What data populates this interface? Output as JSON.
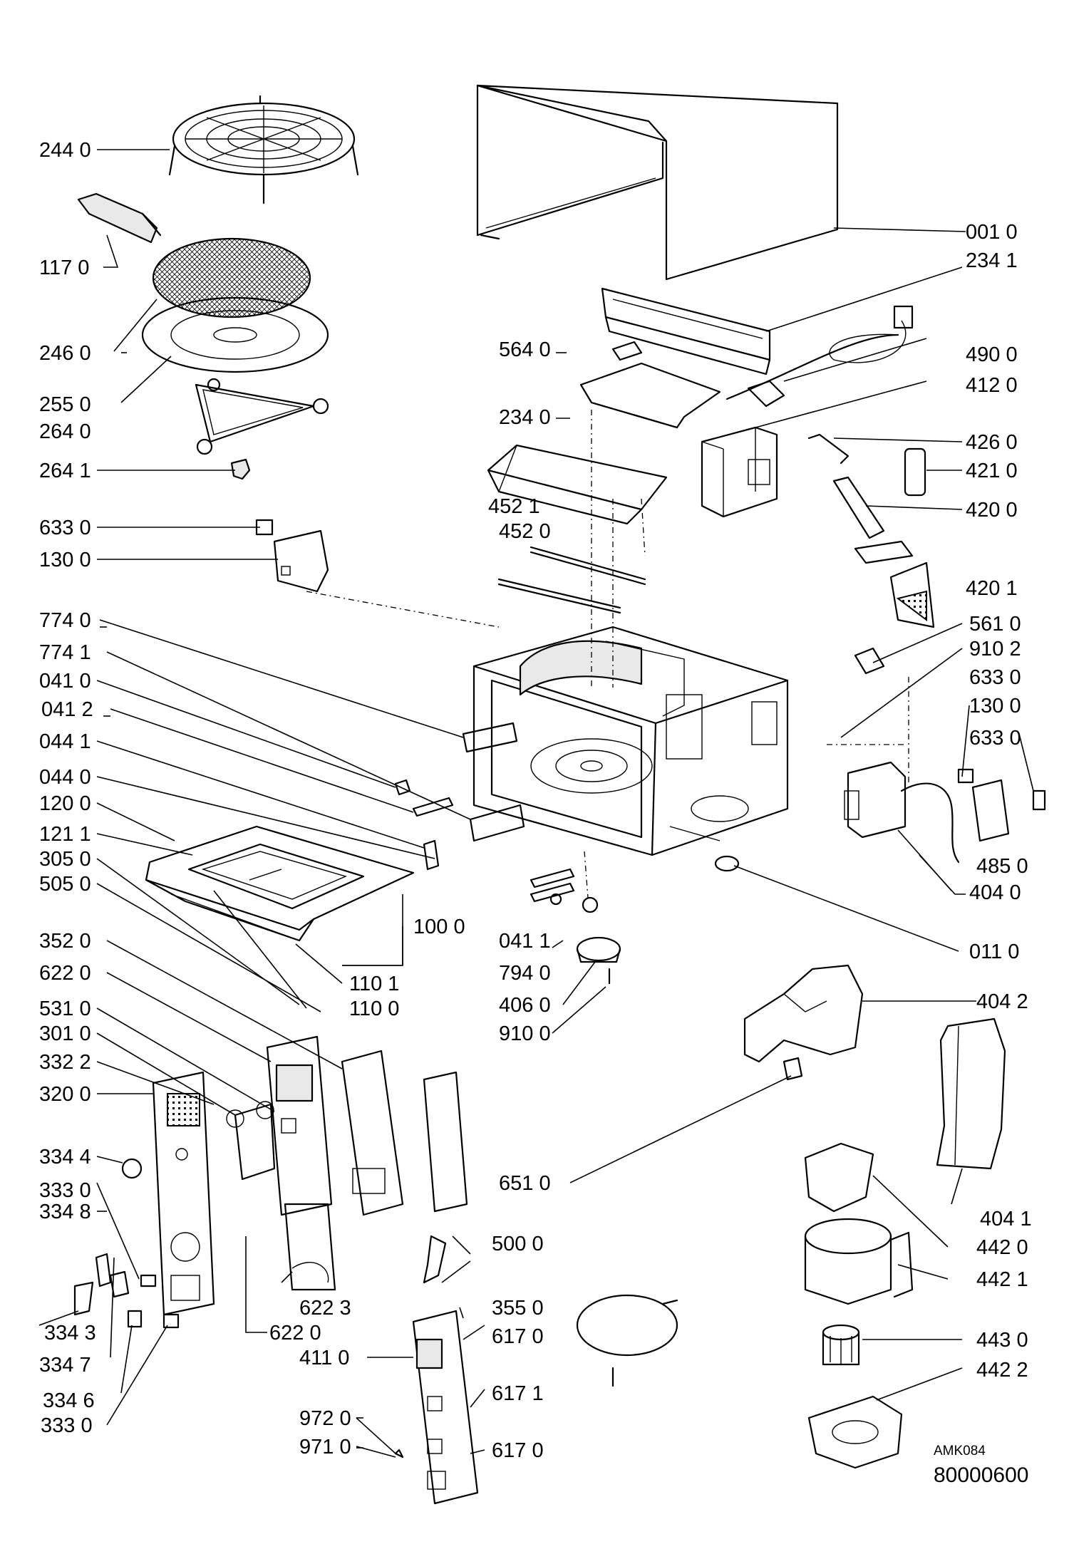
{
  "labels": [
    "244 0",
    "117 0",
    "246 0",
    "255 0",
    "264 0",
    "264 1",
    "633 0",
    "130 0",
    "774 0",
    "774 1",
    "041 0",
    "041 2",
    "044 1",
    "044 0",
    "120 0",
    "121 1",
    "305 0",
    "505 0",
    "352 0",
    "622 0",
    "531 0",
    "301 0",
    "332 2",
    "320 0",
    "334 4",
    "333 0",
    "334 8",
    "334 3",
    "334 7",
    "334 6",
    "333 0",
    "564 0",
    "234 0",
    "452 1",
    "452 0",
    "001 0",
    "234 1",
    "490 0",
    "412 0",
    "426 0",
    "421 0",
    "420 0",
    "420 1",
    "561 0",
    "910 2",
    "633 0",
    "130 0",
    "633 0",
    "485 0",
    "404 0",
    "011 0",
    "100 0",
    "110 1",
    "110 0",
    "041 1",
    "794 0",
    "406 0",
    "910 0",
    "404 2",
    "651 0",
    "500 0",
    "404 1",
    "442 0",
    "442 1",
    "443 0",
    "442 2",
    "622 3",
    "622 0",
    "355 0",
    "617 0",
    "411 0",
    "617 1",
    "972 0",
    "971 0",
    "617 0"
  ],
  "codes": {
    "model": "AMK084",
    "number": "80000600"
  }
}
